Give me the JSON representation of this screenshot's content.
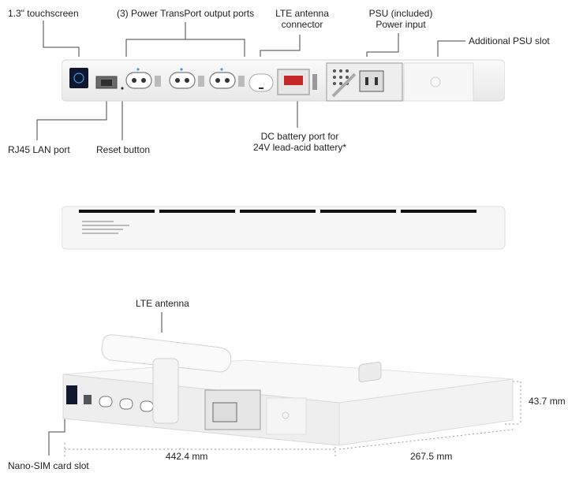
{
  "labels": {
    "touchscreen": "1.3\" touchscreen",
    "transport_ports": "(3) Power TransPort output ports",
    "lte_connector_line1": "LTE antenna",
    "lte_connector_line2": "connector",
    "psu_line1": "PSU (included)",
    "psu_line2": "Power input",
    "additional_psu": "Additional PSU slot",
    "rj45": "RJ45 LAN port",
    "reset": "Reset button",
    "dc_battery_line1": "DC battery port for",
    "dc_battery_line2": "24V lead-acid battery*",
    "lte_antenna": "LTE antenna",
    "nano_sim": "Nano-SIM card slot"
  },
  "dimensions": {
    "width": "442.4 mm",
    "depth": "267.5 mm",
    "height": "43.7 mm"
  },
  "colors": {
    "device_body": "#f4f4f4",
    "device_edge": "#dcdcdc",
    "callout_line": "#444444",
    "screen": "#101830",
    "accent_led": "#3aa0e0",
    "battery_port": "#c62828",
    "vent_bar": "#111111"
  },
  "icons": [
    "touchscreen-icon",
    "power-outlet-icon",
    "ethernet-port-icon",
    "lte-antenna-icon",
    "ubiquiti-logo-icon",
    "vent-grille-icon"
  ]
}
